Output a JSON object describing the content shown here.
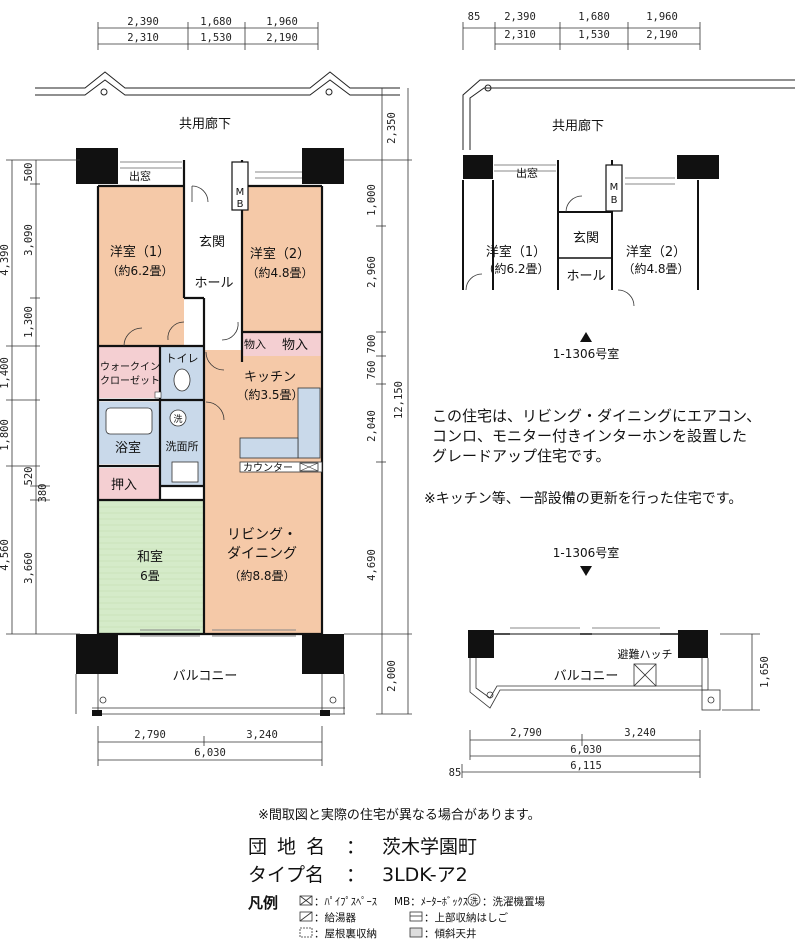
{
  "plan": {
    "corridor_label": "共用廊下",
    "rooms": {
      "bay_window": "出窓",
      "western_room_1": "洋室（1）",
      "western_room_1_size": "（約6.2畳）",
      "entrance": "玄関",
      "hall": "ホール",
      "western_room_2": "洋室（2）",
      "western_room_2_size": "（約4.8畳）",
      "storage_a": "物入",
      "storage_b": "物入",
      "walk_in_closet_1": "ウォークイン",
      "walk_in_closet_2": "クローゼット",
      "toilet": "トイレ",
      "kitchen": "キッチン",
      "kitchen_size": "（約3.5畳）",
      "bath": "浴室",
      "washroom": "洗面所",
      "washer_mark": "洗",
      "counter": "カウンター",
      "closet": "押入",
      "japanese_room": "和室",
      "japanese_room_size": "6畳",
      "living_1": "リビング・",
      "living_2": "ダイニング",
      "living_size": "（約8.8畳）",
      "balcony": "バルコニー",
      "meter_box": "M\nB"
    },
    "top_dims_row1": [
      "2,390",
      "1,680",
      "1,960"
    ],
    "top_dims_row2": [
      "2,310",
      "1,530",
      "2,190"
    ],
    "left_dims_outer": [
      "4,390",
      "1,400",
      "1,800",
      "4,560"
    ],
    "left_dims_inner": [
      "500",
      "3,090",
      "1,300",
      "520",
      "380",
      "3,660"
    ],
    "right_dims": [
      "2,350",
      "1,000",
      "2,960",
      "700",
      "760",
      "2,040",
      "4,690",
      "2,000"
    ],
    "right_total": "12,150",
    "bottom_dims_row1": [
      "2,790",
      "3,240"
    ],
    "bottom_dims_total": "6,030"
  },
  "detail_top": {
    "dims_row1": [
      "85",
      "2,390",
      "1,680",
      "1,960"
    ],
    "dims_row2": [
      "2,310",
      "1,530",
      "2,190"
    ],
    "corridor_label": "共用廊下",
    "bay_window": "出窓",
    "entrance": "玄関",
    "hall": "ホール",
    "room1": "洋室（1）",
    "room1_size": "（約6.2畳）",
    "room2": "洋室（2）",
    "room2_size": "（約4.8畳）",
    "unit_label": "1-1306号室"
  },
  "description": {
    "line1": "この住宅は、リビング・ダイニングにエアコン、",
    "line2": "コンロ、モニター付きインターホンを設置した",
    "line3": "グレードアップ住宅です。",
    "note": "※キッチン等、一部設備の更新を行った住宅です。"
  },
  "detail_bottom": {
    "unit_label": "1-1306号室",
    "evac_hatch": "避難ハッチ",
    "balcony": "バルコニー",
    "side_dim": "1,650",
    "dims_row1": [
      "2,790",
      "3,240"
    ],
    "dims_row2": "6,030",
    "dims_row3": [
      "85",
      "6,115"
    ]
  },
  "footer": {
    "disclaimer": "※間取図と実際の住宅が異なる場合があります。",
    "complex_label": "団 地 名",
    "complex_sep": "：",
    "complex_value": "茨木学園町",
    "type_label": "タイプ名",
    "type_sep": "：",
    "type_value": "3LDK-ア2",
    "legend_title": "凡例",
    "legend_items": [
      "：ﾊﾟｲﾌﾟｽﾍﾟｰｽ",
      "MB：ﾒｰﾀｰﾎﾞｯｸｽ",
      "：洗濯機置場",
      "：給湯器",
      "：上部収納はしご",
      "：屋根裏収納",
      "：傾斜天井"
    ]
  },
  "colors": {
    "western_room": "#f5c9a8",
    "japanese_room": "#d5ebc9",
    "wet_area": "#c9d9ea",
    "storage": "#f4cfd2",
    "wall": "#111111",
    "balcony_rail": "#d8d8d8"
  }
}
